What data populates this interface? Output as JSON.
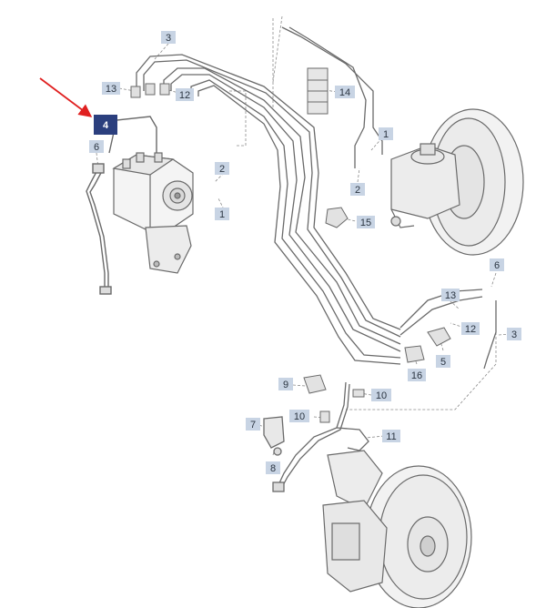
{
  "diagram": {
    "callouts": [
      {
        "id": "c1",
        "text": "3"
      },
      {
        "id": "c2",
        "text": "13"
      },
      {
        "id": "c3",
        "text": "12"
      },
      {
        "id": "c4",
        "text": "4",
        "highlighted": true
      },
      {
        "id": "c5",
        "text": "6"
      },
      {
        "id": "c6",
        "text": "14"
      },
      {
        "id": "c7",
        "text": "1"
      },
      {
        "id": "c8",
        "text": "2"
      },
      {
        "id": "c9",
        "text": "2"
      },
      {
        "id": "c10",
        "text": "1"
      },
      {
        "id": "c11",
        "text": "15"
      },
      {
        "id": "c12",
        "text": "6"
      },
      {
        "id": "c13",
        "text": "13"
      },
      {
        "id": "c14",
        "text": "12"
      },
      {
        "id": "c15",
        "text": "3"
      },
      {
        "id": "c16",
        "text": "5"
      },
      {
        "id": "c17",
        "text": "16"
      },
      {
        "id": "c18",
        "text": "9"
      },
      {
        "id": "c19",
        "text": "10"
      },
      {
        "id": "c20",
        "text": "10"
      },
      {
        "id": "c21",
        "text": "7"
      },
      {
        "id": "c22",
        "text": "11"
      },
      {
        "id": "c23",
        "text": "8"
      }
    ],
    "colors": {
      "callout_fill": "#c8d4e4",
      "callout_highlight": "#2b3f7e",
      "arrow": "#e02020",
      "line": "#6a6a6a"
    }
  }
}
